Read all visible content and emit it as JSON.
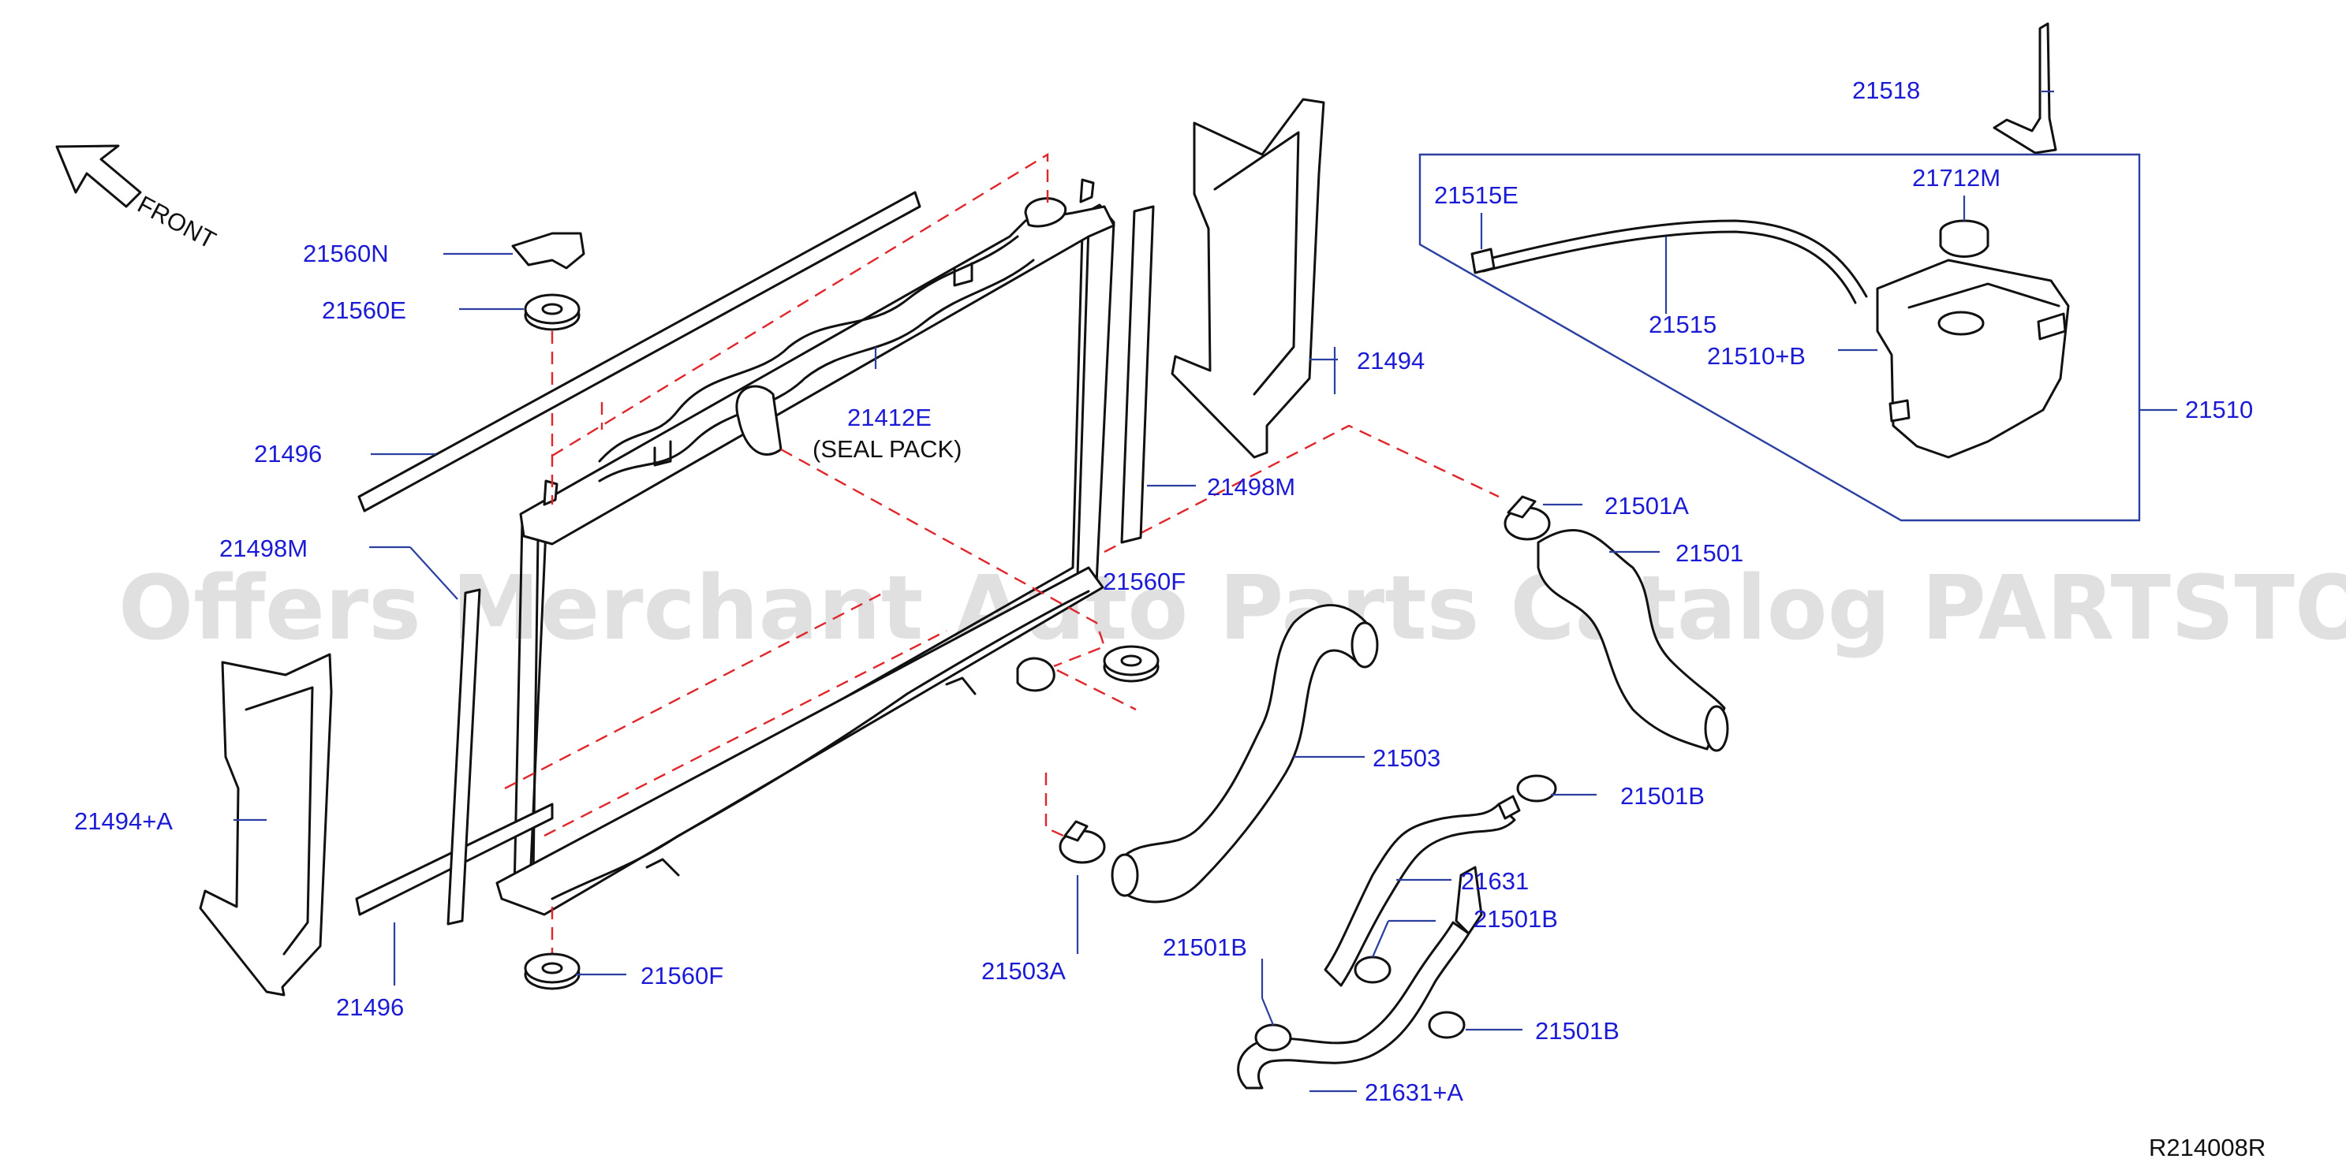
{
  "watermark": "Offers Merchant Auto Parts Catalog PARTSTORE.SA",
  "direction_label": "FRONT",
  "drawing_number": "R214008R",
  "colors": {
    "label": "#1b1bd6",
    "leader": "#2a3fa0",
    "dashed_guide": "#e0262a",
    "watermark": "#c8c8c8"
  },
  "labels": {
    "p21518": "21518",
    "p21712M": "21712M",
    "p21515E": "21515E",
    "p21515": "21515",
    "p21510B": "21510+B",
    "p21510": "21510",
    "p21560N": "21560N",
    "p21560E": "21560E",
    "p21496_top": "21496",
    "p21412E": "21412E",
    "seal_pack": "(SEAL  PACK)",
    "p21494": "21494",
    "p21498M_right": "21498M",
    "p21501A": "21501A",
    "p21501": "21501",
    "p21498M_left": "21498M",
    "p21560F_mid": "21560F",
    "p21503": "21503",
    "p21501B_1": "21501B",
    "p21494A": "21494+A",
    "p21631": "21631",
    "p21501B_2": "21501B",
    "p21501B_3": "21501B",
    "p21503A": "21503A",
    "p21560F_bottom": "21560F",
    "p21496_bottom": "21496",
    "p21501B_4": "21501B",
    "p21631A": "21631+A"
  }
}
